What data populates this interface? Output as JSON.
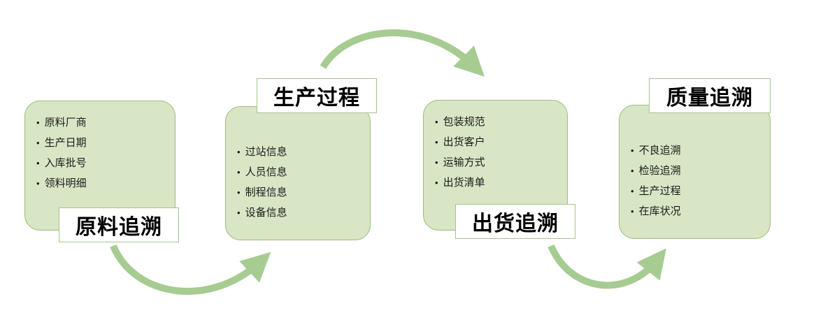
{
  "diagram": {
    "stages": [
      {
        "title": "原料追溯",
        "title_position": "bottom",
        "items": [
          "原料厂商",
          "生产日期",
          "入库批号",
          "领料明细"
        ]
      },
      {
        "title": "生产过程",
        "title_position": "top",
        "items": [
          "过站信息",
          "人员信息",
          "制程信息",
          "设备信息"
        ]
      },
      {
        "title": "出货追溯",
        "title_position": "bottom",
        "items": [
          "包装规范",
          "出货客户",
          "运输方式",
          "出货清单"
        ]
      },
      {
        "title": "质量追溯",
        "title_position": "top",
        "items": [
          "不良追溯",
          "检验追溯",
          "生产过程",
          "在库状况"
        ]
      }
    ],
    "colors": {
      "box_fill": "#d9e6c6",
      "box_border": "#9cba7d",
      "arrow": "#a6cc92",
      "title_border": "#a6c48a"
    }
  }
}
